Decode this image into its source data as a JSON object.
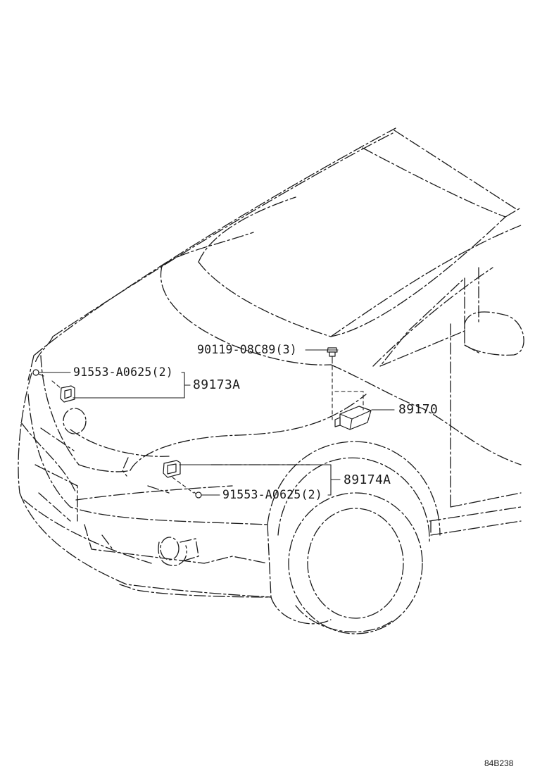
{
  "parts": {
    "bolt_cowl": "90119-08C89(3)",
    "screw_left": "91553-A0625(2)",
    "group_left": "89173A",
    "ecu": "89170",
    "group_right": "89174A",
    "screw_right": "91553-A0625(2)"
  },
  "figure_code": "84B238"
}
